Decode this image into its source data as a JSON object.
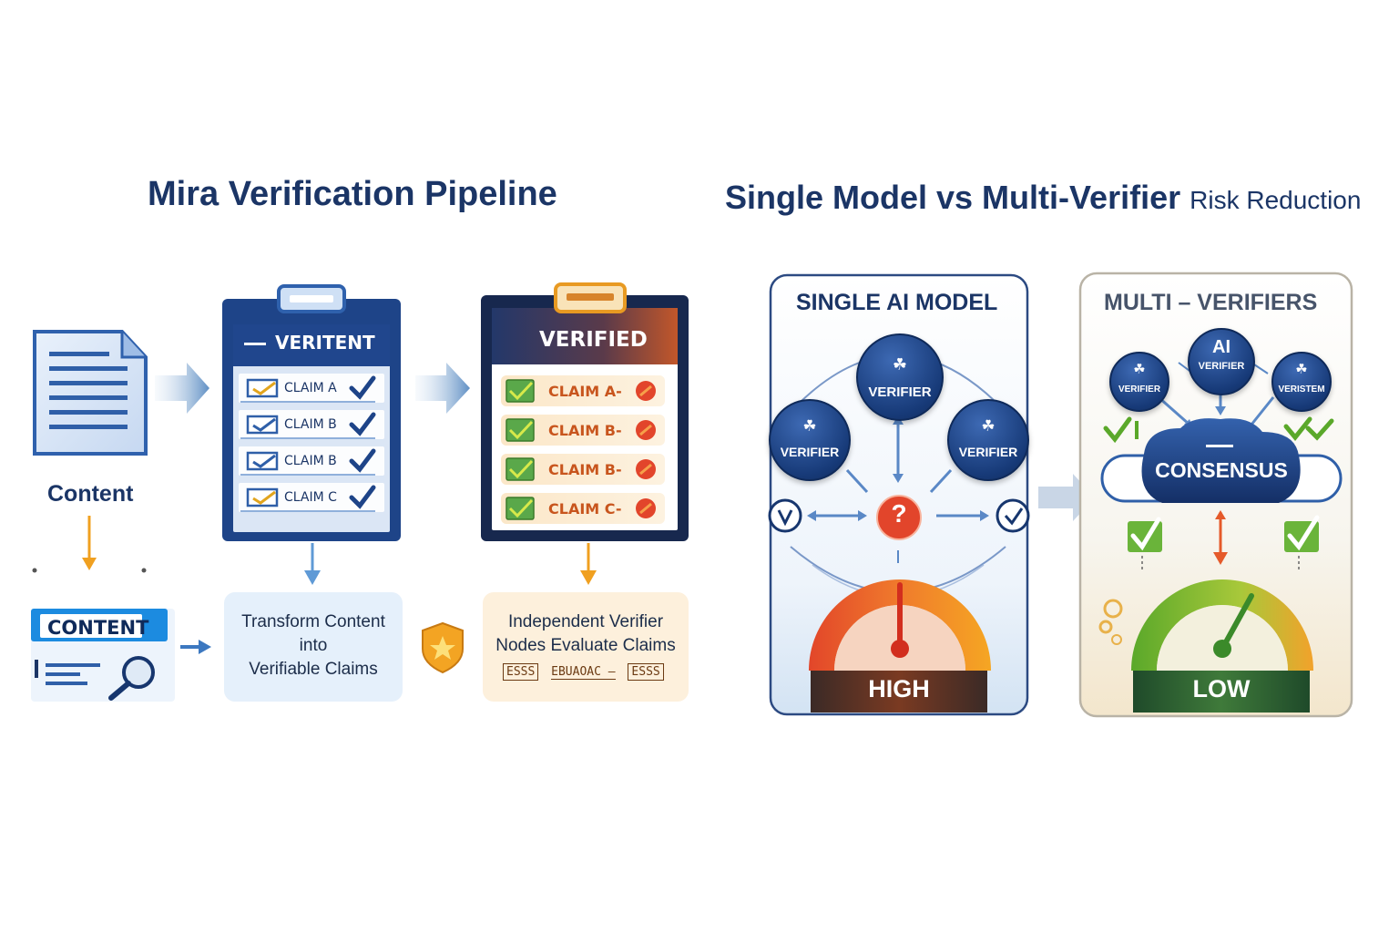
{
  "left": {
    "title": "Mira Verification Pipeline",
    "content_label": "Content",
    "content_card_label": "CONTENT",
    "clipboard1": {
      "header": "VERITENT",
      "claims": [
        "CLAIM A",
        "CLAIM B",
        "CLAIM B",
        "CLAIM C"
      ]
    },
    "clipboard2": {
      "header": "VERIFIED",
      "claims": [
        "CLAIM A-",
        "CLAIM B-",
        "CLAIM B-",
        "CLAIM C-"
      ]
    },
    "transform_text": [
      "Transform Content",
      "into",
      "Verifiable Claims"
    ],
    "independent_text": [
      "Independent Verifier",
      "Nodes Evaluate Claims"
    ],
    "stamps": [
      "ESSS",
      "EBUAOAC –",
      "ESSS"
    ]
  },
  "right": {
    "title_main": "Single Model vs Multi-Verifier",
    "title_tail": "Risk Reduction",
    "single": {
      "title": "SINGLE AI MODEL",
      "nodes": [
        "VERIFIER",
        "VERIFIER",
        "VERIFIER"
      ],
      "question": "?",
      "risk": "HIGH"
    },
    "multi": {
      "title": "MULTI – VERIFIERS",
      "nodes": [
        "VERIFIER",
        "VERIFIER",
        "VERISTEM"
      ],
      "ai_label": "AI",
      "consensus": "CONSENSUS",
      "risk": "LOW"
    }
  },
  "colors": {
    "navy": "#1b3566",
    "accent_blue": "#2f6db8",
    "orange": "#f0a020",
    "red": "#d9411e",
    "green": "#5aa82a"
  },
  "icons": [
    "document-icon",
    "magnifier-icon",
    "checkmark-icon",
    "shield-star-icon",
    "brain-icon",
    "question-icon",
    "gauge-icon",
    "arrow-icon"
  ]
}
